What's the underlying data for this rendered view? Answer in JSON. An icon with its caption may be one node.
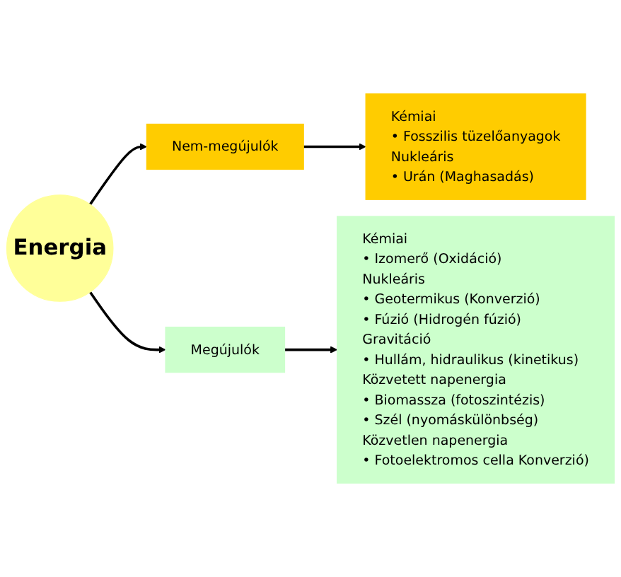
{
  "diagram": {
    "nodes": [
      {
        "text": [
          "Energia"
        ]
      },
      {
        "text": [
          "Nem-megújulók"
        ]
      },
      {
        "text": [
          "Megújulók"
        ]
      },
      {
        "text": [
          "Kémiai",
          "• Fosszilis tüzelőanyagok",
          "Nukleáris",
          "• Urán (Maghasadás)"
        ]
      },
      {
        "text": [
          "Kémiai",
          "• Izomerő (Oxidáció)",
          "Nukleáris",
          "• Geotermikus (Konverzió)",
          "• Fúzió (Hidrogén fúzió)",
          "Gravitáció",
          "• Hullám, hidraulikus (kinetikus)",
          "Közvetett napenergia",
          "• Biomassza (fotoszintézis)",
          "• Szél (nyomáskülönbség)",
          "Közvetlen napenergia",
          "• Fotoelektromos cella Konverzió)"
        ]
      }
    ],
    "edges": [
      {
        "from": 0,
        "to": 1,
        "arrow": "to"
      },
      {
        "from": 0,
        "to": 2,
        "arrow": "to"
      },
      {
        "from": 1,
        "to": 3,
        "arrow": "to"
      },
      {
        "from": 2,
        "to": 4,
        "arrow": "to"
      }
    ]
  }
}
